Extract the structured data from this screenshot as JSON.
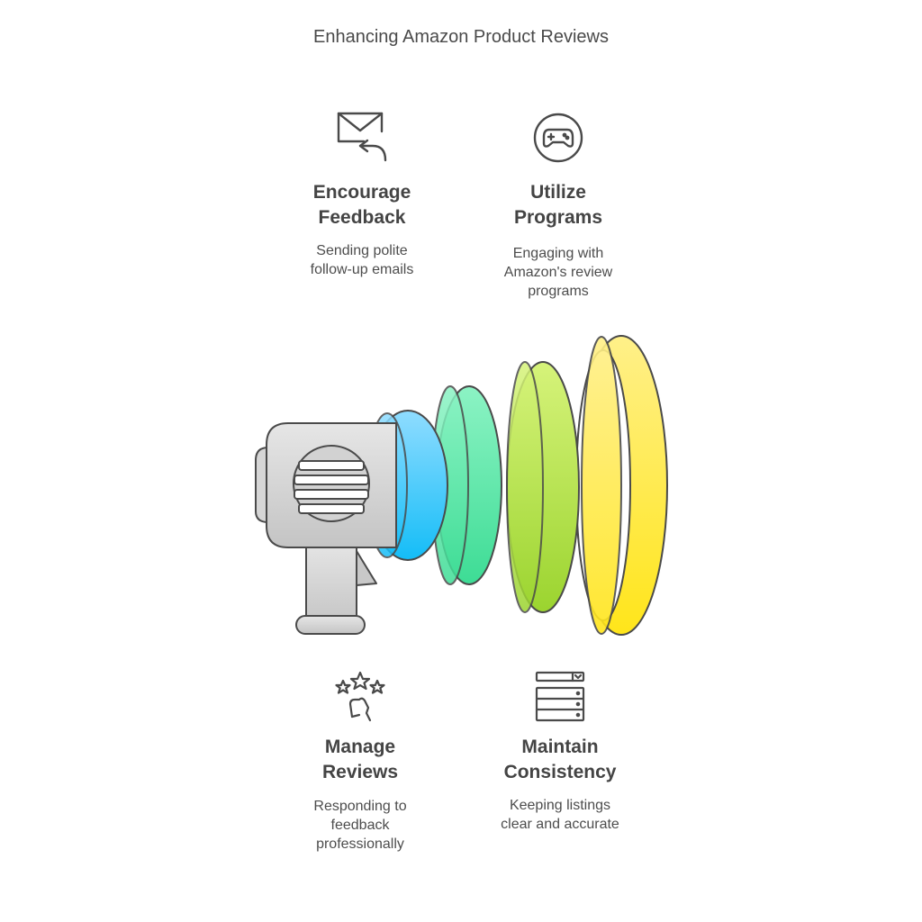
{
  "title": "Enhancing Amazon Product Reviews",
  "colors": {
    "stroke": "#4a4a4a",
    "body_gray": "#cfcfcf",
    "ring_blue": "#2ec4f5",
    "ring_green": "#4fe0a0",
    "ring_lime": "#b2e24a",
    "ring_yellow": "#ffe033"
  },
  "items": [
    {
      "id": "encourage",
      "icon": "mail-reply-icon",
      "heading": [
        "Encourage",
        "Feedback"
      ],
      "description": [
        "Sending polite",
        "follow-up emails"
      ]
    },
    {
      "id": "utilize",
      "icon": "gamepad-icon",
      "heading": [
        "Utilize",
        "Programs"
      ],
      "description": [
        "Engaging with",
        "Amazon's review",
        "programs"
      ]
    },
    {
      "id": "manage",
      "icon": "stars-hand-icon",
      "heading": [
        "Manage",
        "Reviews"
      ],
      "description": [
        "Responding to",
        "feedback",
        "professionally"
      ]
    },
    {
      "id": "maintain",
      "icon": "list-dropdown-icon",
      "heading": [
        "Maintain",
        "Consistency"
      ],
      "description": [
        "Keeping listings",
        "clear and accurate"
      ]
    }
  ]
}
